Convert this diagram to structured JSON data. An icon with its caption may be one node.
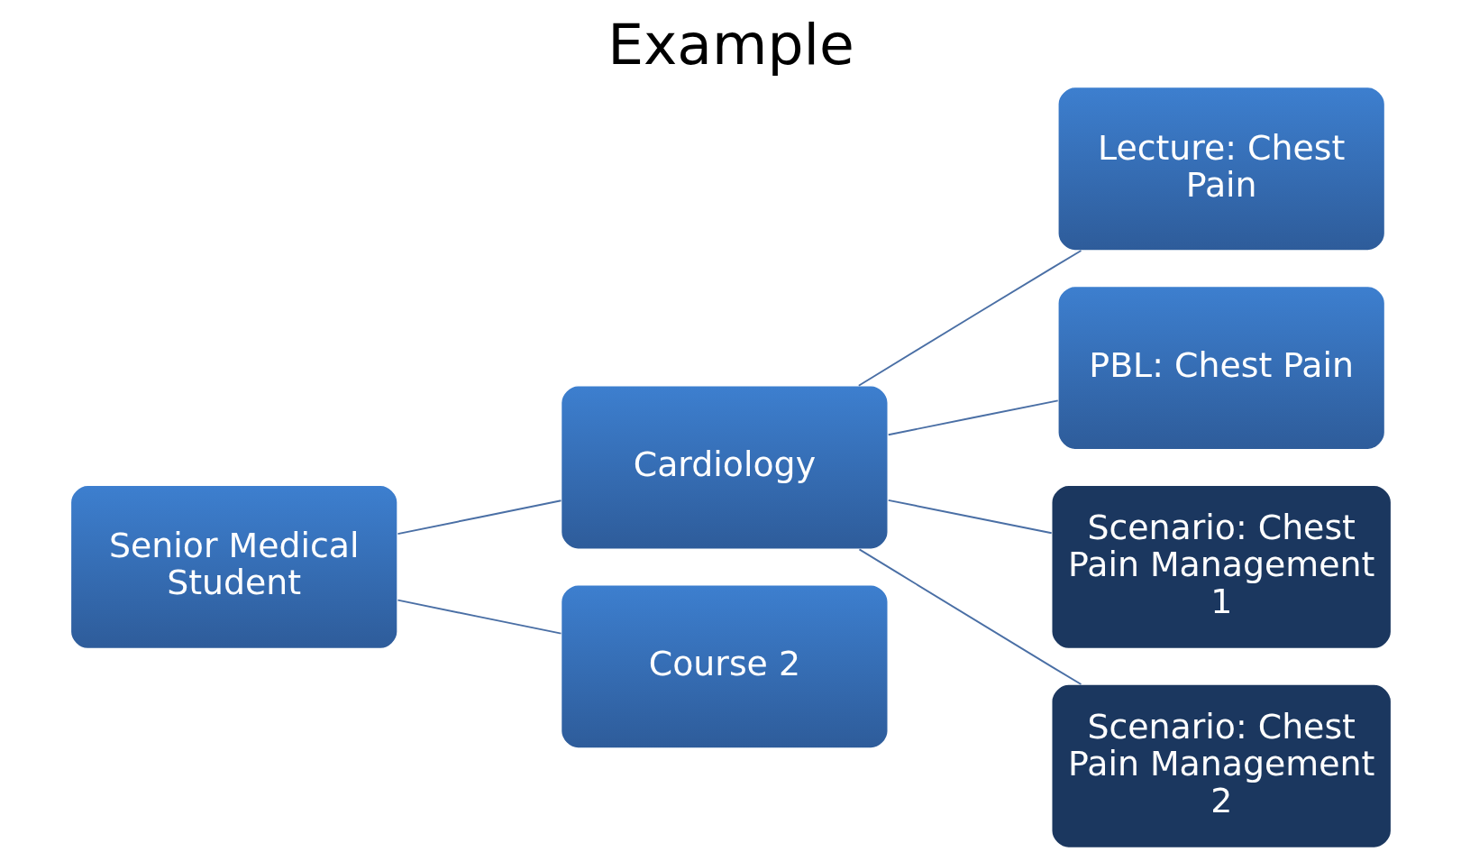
{
  "diagram": {
    "title": "Example",
    "nodes": [
      {
        "text": [
          "Senior Medical Student"
        ]
      },
      {
        "text": [
          "Cardiology"
        ]
      },
      {
        "text": [
          "Course 2"
        ]
      },
      {
        "text": [
          "Lecture: Chest Pain"
        ]
      },
      {
        "text": [
          "PBL: Chest Pain"
        ]
      },
      {
        "text": [
          "Scenario: Chest Pain Management 1"
        ]
      },
      {
        "text": [
          "Scenario: Chest Pain Management 2"
        ]
      }
    ],
    "edges": [
      {
        "from": 0,
        "to": 1,
        "arrow": "none"
      },
      {
        "from": 0,
        "to": 2,
        "arrow": "none"
      },
      {
        "from": 1,
        "to": 3,
        "arrow": "none"
      },
      {
        "from": 1,
        "to": 4,
        "arrow": "none"
      },
      {
        "from": 1,
        "to": 5,
        "arrow": "none"
      },
      {
        "from": 1,
        "to": 6,
        "arrow": "none"
      }
    ]
  }
}
